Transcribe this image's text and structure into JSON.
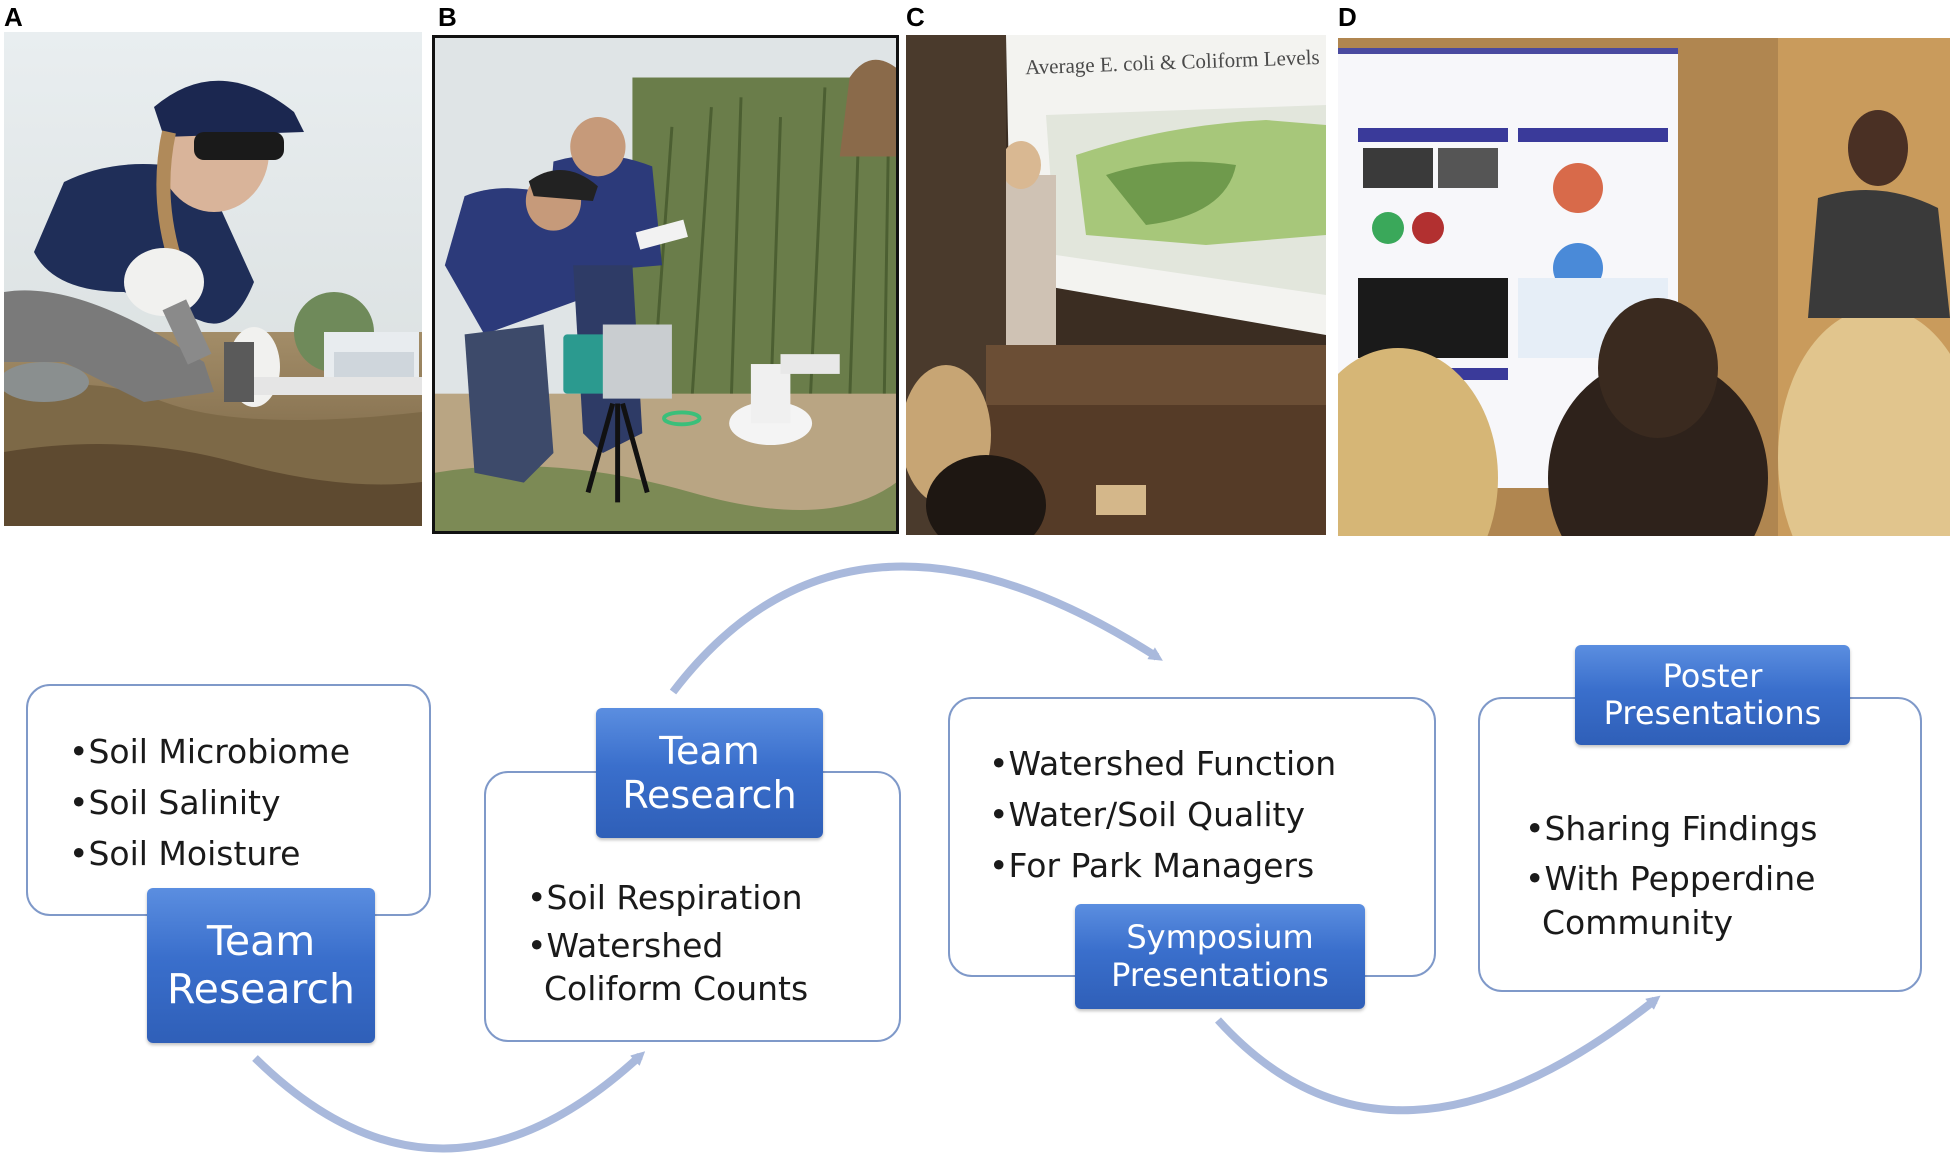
{
  "panels": [
    {
      "letter": "A",
      "description": "Student wearing cap and gloves collecting soil core sample in field"
    },
    {
      "letter": "B",
      "description": "Two students operating a soil respiration instrument near tall reeds"
    },
    {
      "letter": "C",
      "description": "Student presenting map slide at symposium"
    },
    {
      "letter": "D",
      "description": "Student presenting research poster to audience"
    }
  ],
  "slide_c": {
    "title": "Average E. coli & Coliform Levels"
  },
  "flow": {
    "step1": {
      "bullets": [
        "•Soil Microbiome",
        "•Soil Salinity",
        "•Soil Moisture"
      ],
      "label": [
        "Team",
        "Research"
      ]
    },
    "step2": {
      "bullets": [
        "•Soil Respiration",
        "•Watershed",
        "Coliform Counts"
      ],
      "label": [
        "Team",
        "Research"
      ]
    },
    "step3": {
      "bullets": [
        "•Watershed Function",
        "•Water/Soil Quality",
        "•For Park Managers"
      ],
      "label": [
        "Symposium",
        "Presentations"
      ]
    },
    "step4": {
      "bullets": [
        "•Sharing Findings",
        "•With Pepperdine",
        "Community"
      ],
      "label": [
        "Poster",
        "Presentations"
      ]
    }
  },
  "colors": {
    "tag_fill": "#3a6fcc",
    "box_border": "#7f99c9",
    "arrow": "#a9b9dc"
  }
}
